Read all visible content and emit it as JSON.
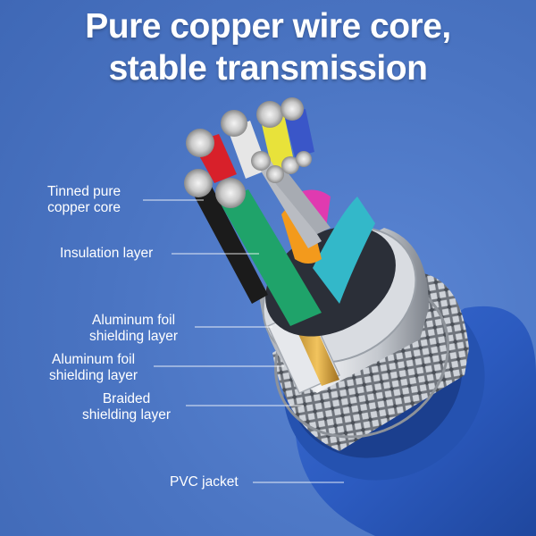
{
  "title": {
    "line1": "Pure copper wire core,",
    "line2": "stable transmission"
  },
  "labels": {
    "tinned_core": [
      "Tinned pure",
      "copper core"
    ],
    "insulation": "Insulation layer",
    "foil1": [
      "Aluminum foil",
      "shielding layer"
    ],
    "foil2": [
      "Aluminum foil",
      "shielding layer"
    ],
    "braided": [
      "Braided",
      "shielding layer"
    ],
    "jacket": "PVC jacket"
  },
  "colors": {
    "background": "#4f79c6",
    "jacket": "#2f5fc0",
    "wire_red": "#d8202a",
    "wire_black": "#1b1b1b",
    "wire_green": "#1fa36a",
    "wire_yellow": "#e8e23a",
    "wire_orange": "#f39a1c",
    "wire_cyan": "#33b8c9",
    "wire_magenta": "#e03ab0",
    "wire_blue": "#3a56c8",
    "wire_white": "#e8e8e8"
  }
}
